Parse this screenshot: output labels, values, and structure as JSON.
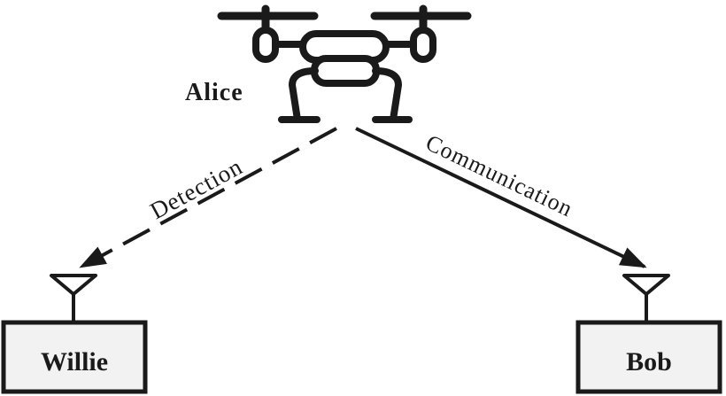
{
  "nodes": {
    "alice": {
      "label": "Alice"
    },
    "willie": {
      "label": "Willie"
    },
    "bob": {
      "label": "Bob"
    }
  },
  "links": {
    "detection": {
      "label": "Detection",
      "style": "dashed"
    },
    "communication": {
      "label": "Communication",
      "style": "solid"
    }
  },
  "colors": {
    "stroke": "#1a1a1a",
    "box_fill": "#f2f2f2"
  }
}
